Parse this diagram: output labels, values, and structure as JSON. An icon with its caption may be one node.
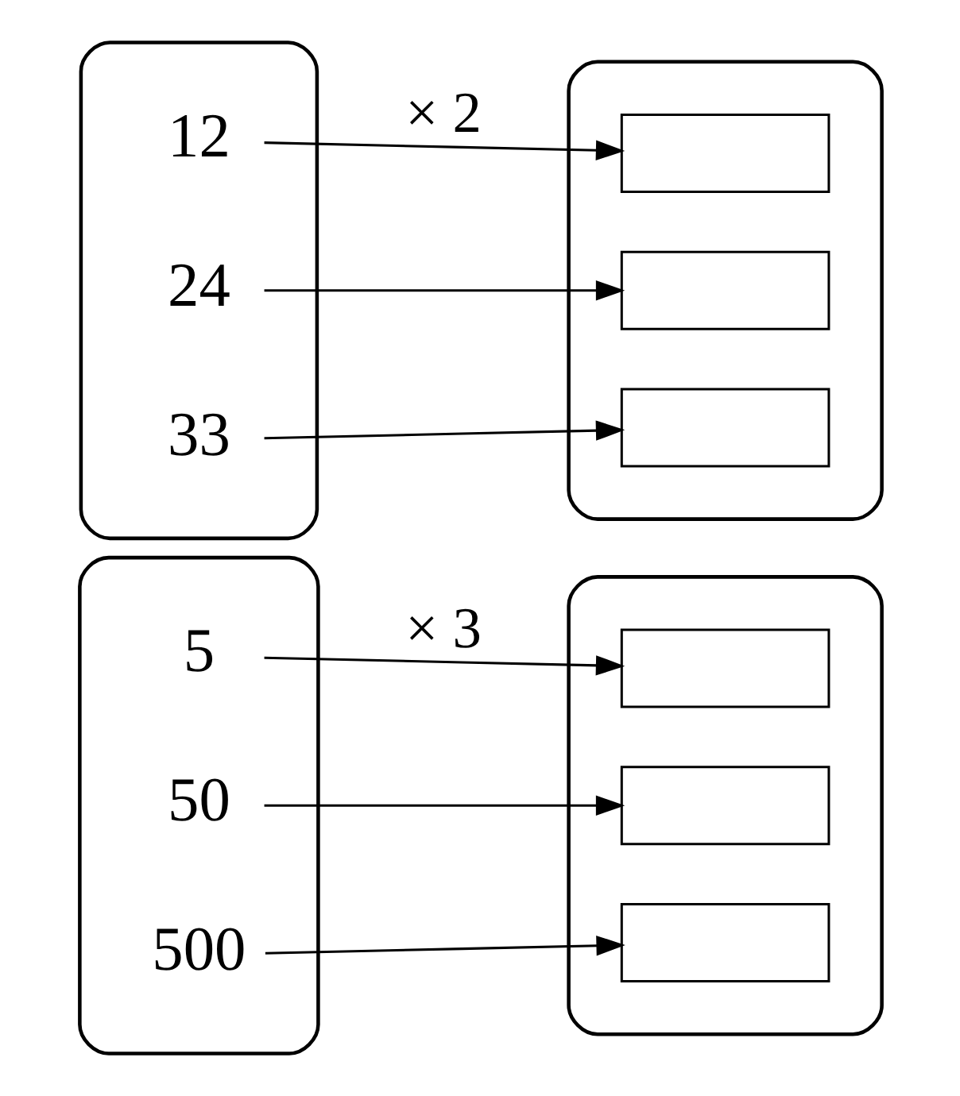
{
  "diagram": {
    "nodes": [
      {
        "text": [],
        "shape": "ellipse"
      },
      {
        "text": [
          "5"
        ],
        "in": 0
      },
      {
        "text": [
          "50"
        ],
        "in": 0
      },
      {
        "text": [
          "500"
        ],
        "in": 0
      },
      {
        "text": [],
        "shape": "ellipse"
      },
      {
        "text": [],
        "shape": "box",
        "in": 4
      },
      {
        "text": [],
        "shape": "box",
        "in": 4
      },
      {
        "text": [],
        "shape": "box",
        "in": 4
      },
      {
        "text": [],
        "shape": "ellipse"
      },
      {
        "text": [
          "12"
        ],
        "in": 8
      },
      {
        "text": [
          "24"
        ],
        "in": 8
      },
      {
        "text": [
          "33"
        ],
        "in": 8
      },
      {
        "text": [],
        "shape": "ellipse"
      },
      {
        "text": [],
        "shape": "box",
        "in": 12
      },
      {
        "text": [],
        "shape": "box",
        "in": 12
      },
      {
        "text": [],
        "shape": "box",
        "in": 12
      }
    ],
    "edges": [
      {
        "from": 1,
        "to": 5,
        "arrow": "to",
        "label": "× 3"
      },
      {
        "from": 2,
        "to": 6,
        "arrow": "to"
      },
      {
        "from": 3,
        "to": 7,
        "arrow": "to"
      },
      {
        "from": 9,
        "to": 13,
        "arrow": "to",
        "label": "× 2"
      },
      {
        "from": 10,
        "to": 14,
        "arrow": "to"
      },
      {
        "from": 11,
        "to": 15,
        "arrow": "to"
      }
    ]
  }
}
